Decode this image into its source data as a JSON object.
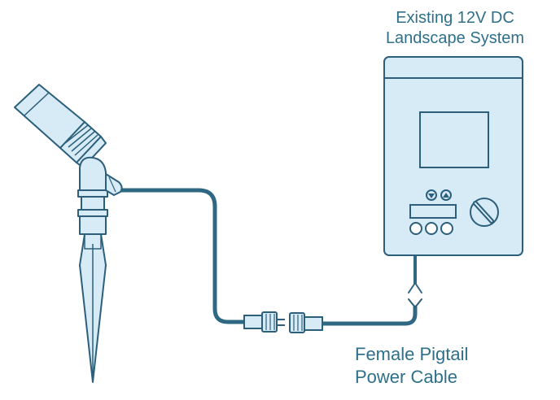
{
  "labels": {
    "system_line1": "Existing 12V DC",
    "system_line2": "Landscape System",
    "cable_line1": "Female Pigtail",
    "cable_line2": "Power Cable"
  },
  "colors": {
    "outline": "#2b5f7b",
    "fill_light": "#d7ebf6",
    "cable": "#2f6883",
    "text": "#2e6f8a"
  },
  "icons": {
    "up_button": "triangle-up-icon",
    "down_button": "triangle-down-icon"
  }
}
